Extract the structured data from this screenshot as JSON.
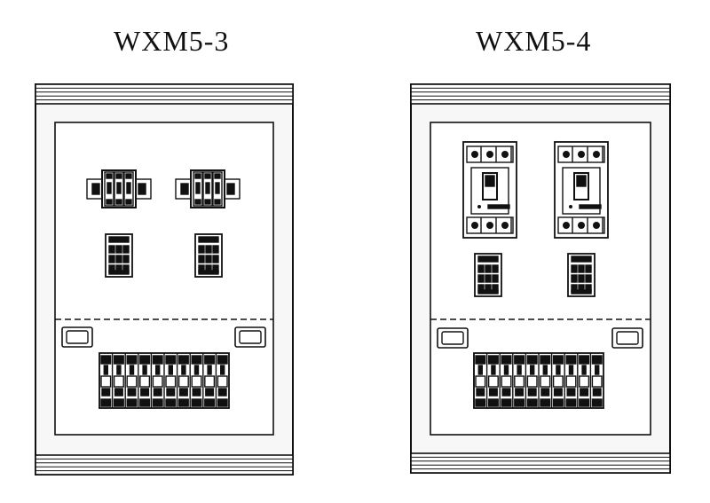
{
  "panels": [
    {
      "title": "WXM5-3",
      "breaker_type": "small",
      "top_breakers": 2,
      "contactors": 2,
      "handles": 2,
      "modular_breakers": 10
    },
    {
      "title": "WXM5-4",
      "breaker_type": "mccb",
      "top_breakers": 2,
      "contactors": 2,
      "handles": 2,
      "modular_breakers": 10
    }
  ],
  "colors": {
    "line": "#111111",
    "fill": "#f7f7f7",
    "white": "#ffffff"
  }
}
